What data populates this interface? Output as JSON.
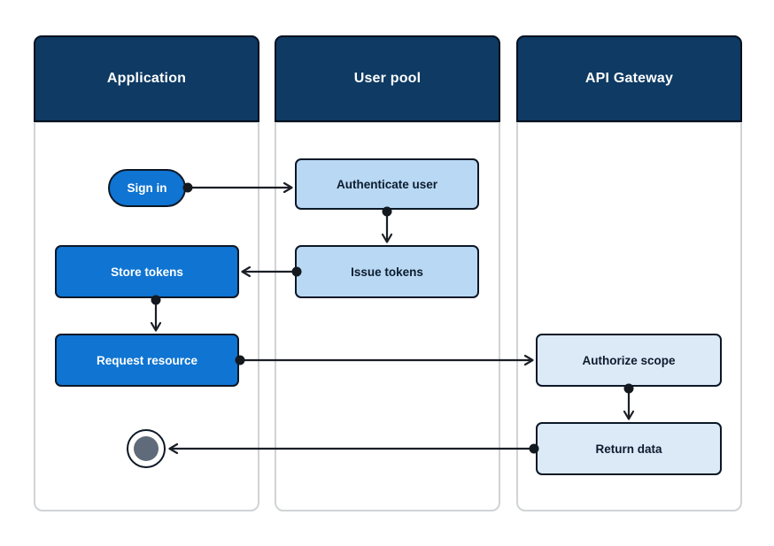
{
  "diagram": {
    "type": "swimlane-flowchart",
    "lanes": [
      {
        "id": "application",
        "title": "Application"
      },
      {
        "id": "user-pool",
        "title": "User pool"
      },
      {
        "id": "api-gateway",
        "title": "API Gateway"
      }
    ],
    "nodes": [
      {
        "id": "sign-in",
        "lane": "application",
        "label": "Sign in",
        "kind": "start-pill",
        "style": "primary"
      },
      {
        "id": "authenticate-user",
        "lane": "user-pool",
        "label": "Authenticate user",
        "kind": "process",
        "style": "secondary"
      },
      {
        "id": "store-tokens",
        "lane": "application",
        "label": "Store tokens",
        "kind": "process",
        "style": "primary"
      },
      {
        "id": "issue-tokens",
        "lane": "user-pool",
        "label": "Issue tokens",
        "kind": "process",
        "style": "secondary"
      },
      {
        "id": "request-resource",
        "lane": "application",
        "label": "Request resource",
        "kind": "process",
        "style": "primary"
      },
      {
        "id": "authorize-scope",
        "lane": "api-gateway",
        "label": "Authorize scope",
        "kind": "process",
        "style": "tertiary"
      },
      {
        "id": "return-data",
        "lane": "api-gateway",
        "label": "Return data",
        "kind": "process",
        "style": "tertiary"
      },
      {
        "id": "end",
        "lane": "application",
        "label": "",
        "kind": "end-circle",
        "style": "end"
      }
    ],
    "edges": [
      {
        "from": "sign-in",
        "to": "authenticate-user"
      },
      {
        "from": "authenticate-user",
        "to": "issue-tokens"
      },
      {
        "from": "issue-tokens",
        "to": "store-tokens"
      },
      {
        "from": "store-tokens",
        "to": "request-resource"
      },
      {
        "from": "request-resource",
        "to": "authorize-scope"
      },
      {
        "from": "authorize-scope",
        "to": "return-data"
      },
      {
        "from": "return-data",
        "to": "end"
      }
    ],
    "colors": {
      "lane_header_fill": "#0e3a63",
      "lane_header_border": "#04101e",
      "lane_body_border": "#d1d3d5",
      "node_primary_fill": "#0f74d2",
      "node_secondary_fill": "#b9d8f4",
      "node_tertiary_fill": "#dce9f7",
      "node_border": "#0c1826",
      "connector": "#1a1f26",
      "end_node_inner_fill": "#5f6b7a",
      "text_on_dark": "#ffffff",
      "text_on_light": "#0c1c2e"
    }
  }
}
